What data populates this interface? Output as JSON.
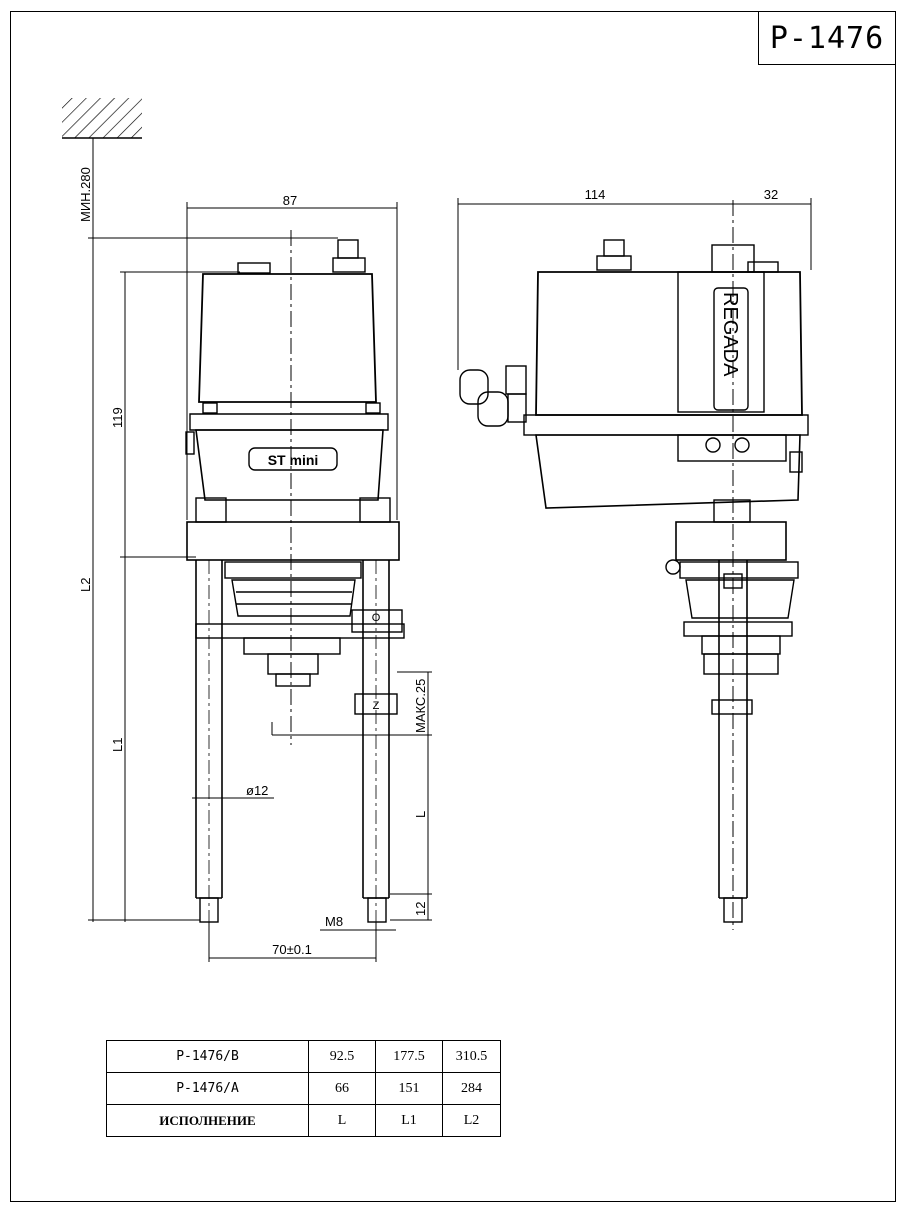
{
  "drawing_code": "P-1476",
  "brand": "REGADA",
  "model_badge": "ST mini",
  "dimensions": {
    "min_280": "МИН.280",
    "w87": "87",
    "h119": "119",
    "l2": "L2",
    "l1": "L1",
    "dia12": "ø12",
    "maks25": "МАКС.25",
    "l": "L",
    "d12": "12",
    "m8": "M8",
    "pitch": "70±0.1",
    "w114": "114",
    "w32": "32",
    "marker_o": "O",
    "marker_z": "Z"
  },
  "table": {
    "rows": [
      {
        "name": "P-1476/B",
        "L": "92.5",
        "L1": "177.5",
        "L2": "310.5"
      },
      {
        "name": "P-1476/A",
        "L": "66",
        "L1": "151",
        "L2": "284"
      },
      {
        "name": "ИСПОЛНЕНИЕ",
        "L": "L",
        "L1": "L1",
        "L2": "L2"
      }
    ]
  }
}
